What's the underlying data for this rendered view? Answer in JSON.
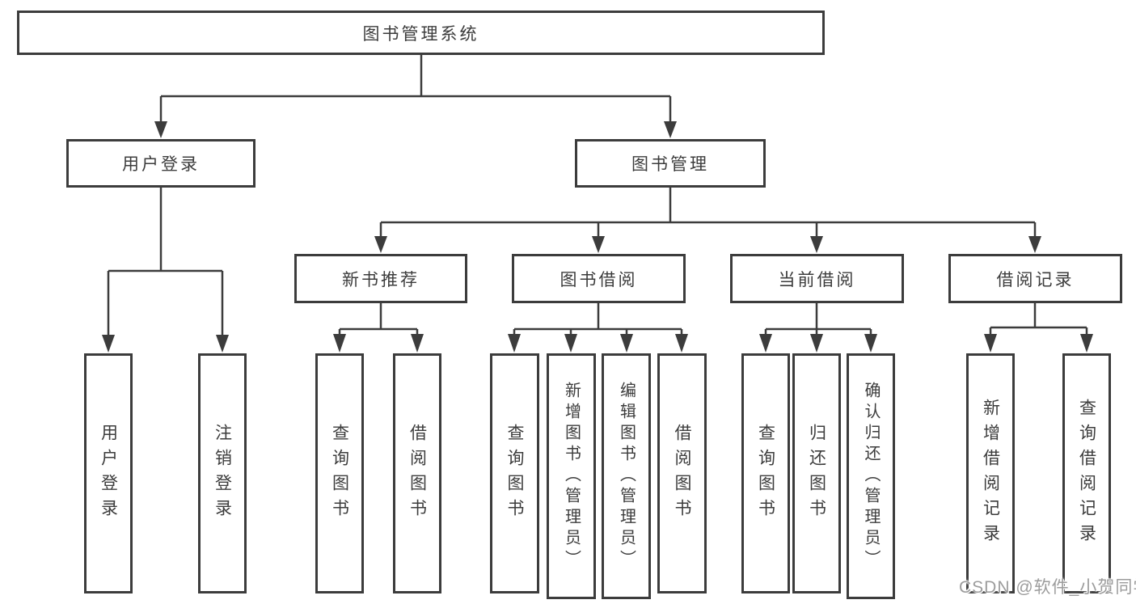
{
  "diagram": {
    "root": {
      "label": "图书管理系统"
    },
    "level2": [
      {
        "label": "用户登录"
      },
      {
        "label": "图书管理"
      }
    ],
    "level3": [
      {
        "label": "新书推荐"
      },
      {
        "label": "图书借阅"
      },
      {
        "label": "当前借阅"
      },
      {
        "label": "借阅记录"
      }
    ],
    "leaves": {
      "user_login": [
        "用户登录",
        "注销登录"
      ],
      "new_books": [
        "查询图书",
        "借阅图书"
      ],
      "book_borrow": [
        "查询图书",
        "新增图书（管理员）",
        "编辑图书（管理员）",
        "借阅图书"
      ],
      "current_borrow": [
        "查询图书",
        "归还图书",
        "确认归还（管理员）"
      ],
      "borrow_records": [
        "新增借阅记录",
        "查询借阅记录"
      ]
    }
  },
  "watermark": {
    "text": "CSDN @软件_小贺同学"
  },
  "colors": {
    "line": "#3c3c3c",
    "text": "#3c3c3c",
    "background": "#ffffff",
    "watermark": "#9c9c9c"
  }
}
